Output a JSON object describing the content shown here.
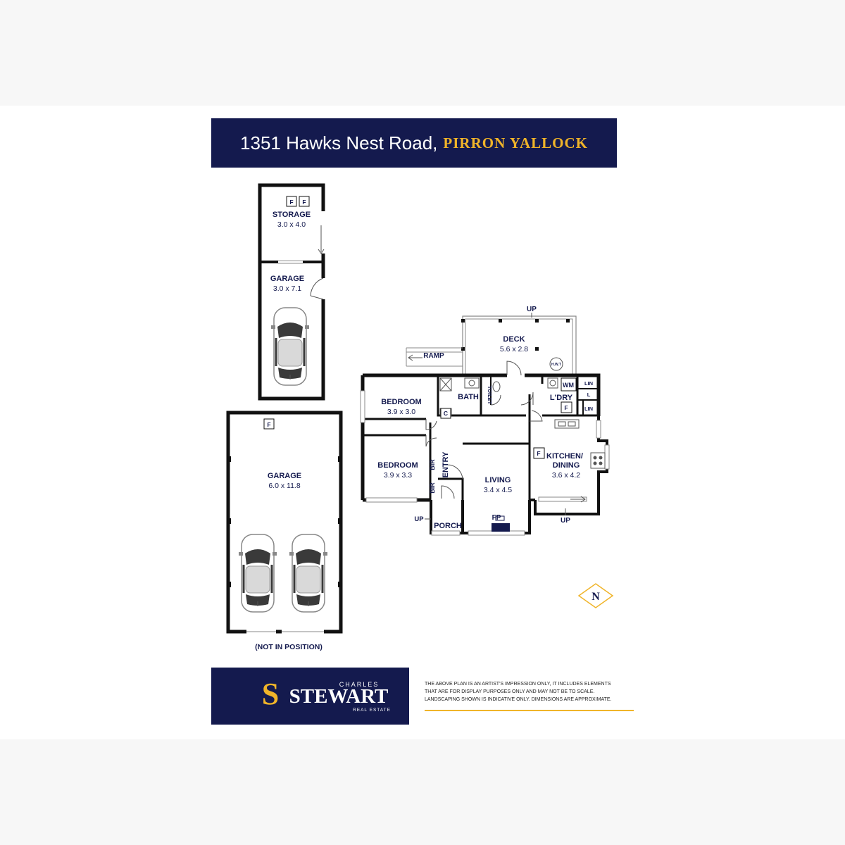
{
  "header": {
    "street": "1351 Hawks Nest Road,",
    "suburb": "PIRRON YALLOCK"
  },
  "rooms": {
    "storage": {
      "name": "STORAGE",
      "dims": "3.0 x 4.0"
    },
    "garage_small": {
      "name": "GARAGE",
      "dims": "3.0 x 7.1"
    },
    "garage_large": {
      "name": "GARAGE",
      "dims": "6.0 x 11.8"
    },
    "deck": {
      "name": "DECK",
      "dims": "5.6 x 2.8"
    },
    "bedroom1": {
      "name": "BEDROOM",
      "dims": "3.9 x 3.0"
    },
    "bedroom2": {
      "name": "BEDROOM",
      "dims": "3.9 x 3.3"
    },
    "living": {
      "name": "LIVING",
      "dims": "3.4 x 4.5"
    },
    "kitchen": {
      "name1": "KITCHEN/",
      "name2": "DINING",
      "dims": "3.6 x 4.2"
    },
    "bath": {
      "name": "BATH"
    },
    "toilet": {
      "name": "TOILET"
    },
    "laundry": {
      "name": "L'DRY"
    },
    "entry": {
      "name": "ENTRY"
    },
    "porch": {
      "name": "PORCH"
    }
  },
  "annotations": {
    "fridge": "F",
    "up": "UP",
    "ramp": "RAMP",
    "hwt": "H.W.T",
    "wm": "WM",
    "lin": "LIN",
    "l": "L",
    "c": "C",
    "bir": "BIR",
    "fp": "FP",
    "north": "N",
    "not_in_position": "(NOT IN POSITION)"
  },
  "logo": {
    "monogram": "S",
    "top": "CHARLES",
    "main": "STEWART",
    "bottom": "REAL ESTATE"
  },
  "disclaimer": {
    "line1": "THE ABOVE PLAN IS AN ARTIST'S IMPRESSION ONLY, IT INCLUDES ELEMENTS",
    "line2": "THAT ARE FOR DISPLAY PURPOSES ONLY AND MAY NOT BE TO SCALE.",
    "line3": "LANDSCAPING SHOWN IS INDICATIVE ONLY. DIMENSIONS ARE APPROXIMATE."
  },
  "colors": {
    "navy": "#141a4e",
    "gold": "#f0b429",
    "wall": "#111111"
  }
}
